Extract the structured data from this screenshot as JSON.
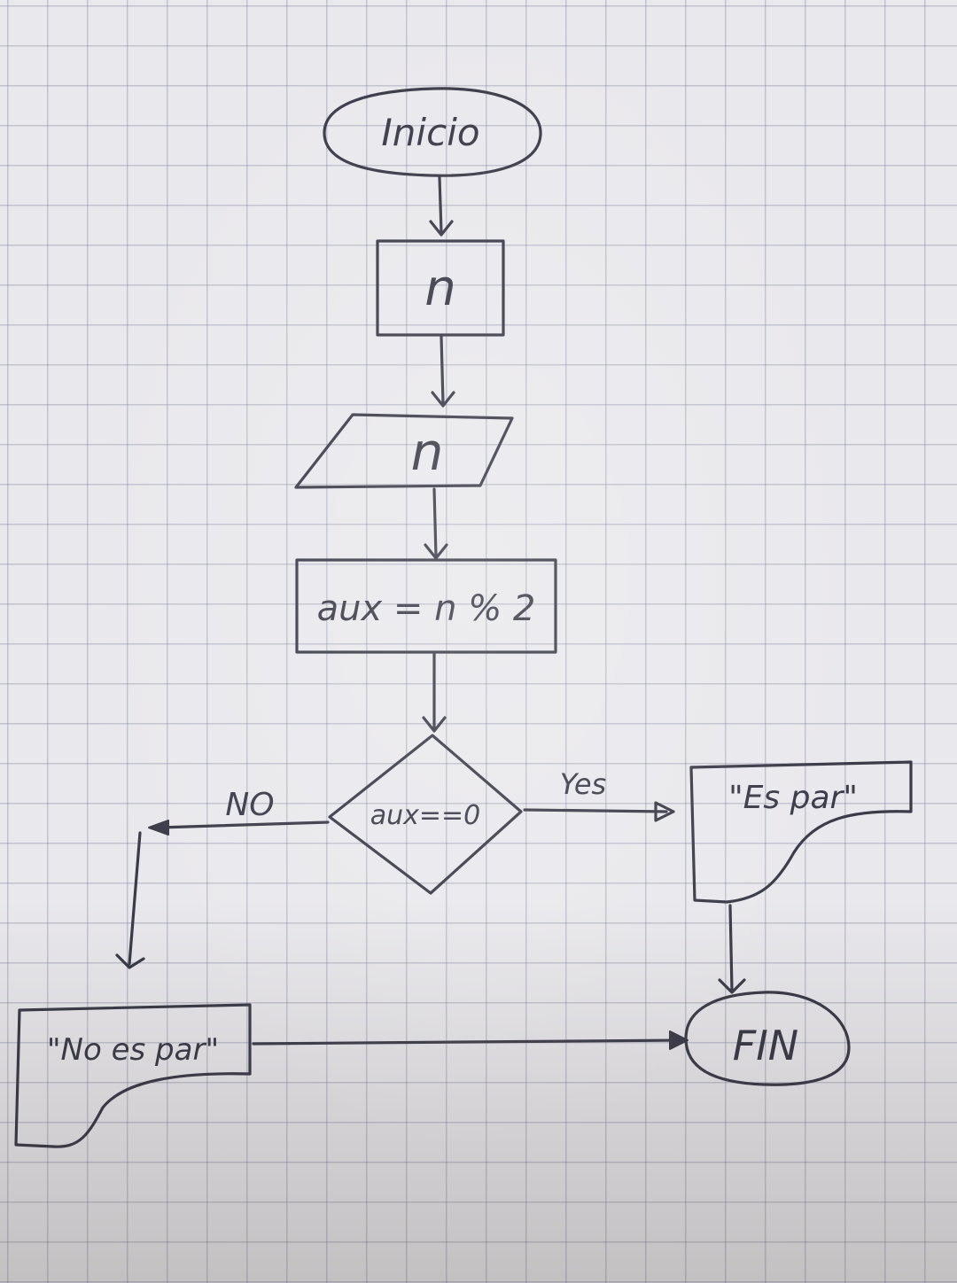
{
  "flowchart": {
    "start_label": "Inicio",
    "declare_label": "n",
    "input_label": "n",
    "process_label": "aux = n % 2",
    "decision_label": "aux==0",
    "no_label": "NO",
    "yes_label": "Yes",
    "output_yes_label": "\"Es par\"",
    "output_no_label": "\"No es par\"",
    "end_label": "FIN"
  },
  "colors": {
    "ink": "#3a3a48",
    "paper": "#e9e8ec",
    "grid": "#787d96"
  }
}
